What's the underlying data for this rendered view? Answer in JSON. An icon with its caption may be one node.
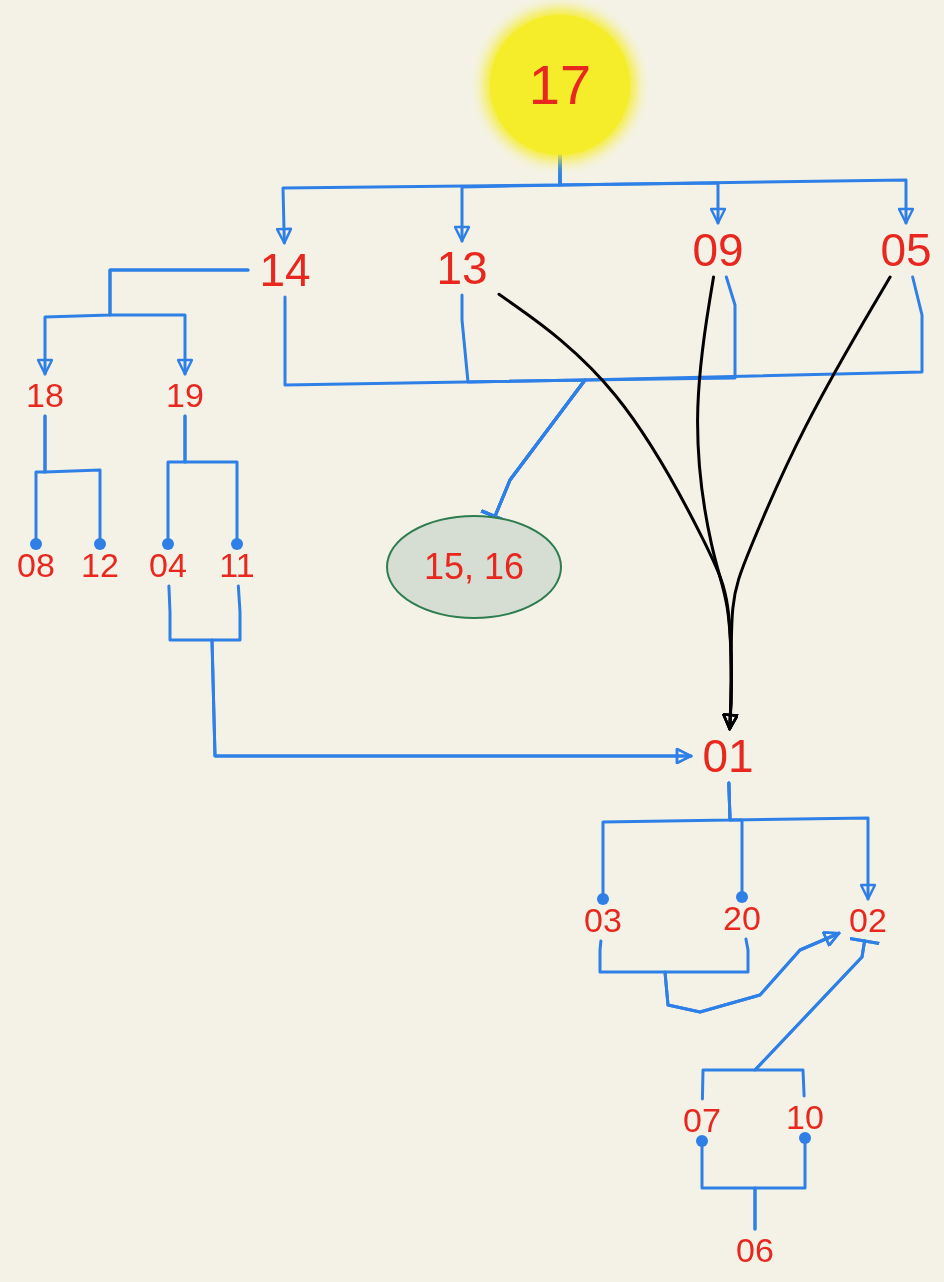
{
  "diagram": {
    "nodes": [
      {
        "text": [
          "17"
        ]
      },
      {
        "text": [
          "14"
        ]
      },
      {
        "text": [
          "13"
        ]
      },
      {
        "text": [
          "09"
        ]
      },
      {
        "text": [
          "05"
        ]
      },
      {
        "text": [
          "18"
        ]
      },
      {
        "text": [
          "19"
        ]
      },
      {
        "text": [
          "08"
        ]
      },
      {
        "text": [
          "12"
        ]
      },
      {
        "text": [
          "04"
        ]
      },
      {
        "text": [
          "11"
        ]
      },
      {
        "text": [
          "15, 16"
        ]
      },
      {
        "text": [
          "01"
        ]
      },
      {
        "text": [
          "03"
        ]
      },
      {
        "text": [
          "20"
        ]
      },
      {
        "text": [
          "02"
        ]
      },
      {
        "text": [
          "07"
        ]
      },
      {
        "text": [
          "10"
        ]
      },
      {
        "text": [
          "06"
        ]
      }
    ],
    "edges": [
      {
        "from": 0,
        "to": 1,
        "arrow": "to"
      },
      {
        "from": 0,
        "to": 2,
        "arrow": "to"
      },
      {
        "from": 0,
        "to": 3,
        "arrow": "to"
      },
      {
        "from": 0,
        "to": 4,
        "arrow": "to"
      },
      {
        "from": 1,
        "to": 5,
        "arrow": "to"
      },
      {
        "from": 1,
        "to": 6,
        "arrow": "to"
      },
      {
        "from": 5,
        "to": 7,
        "arrow": "other"
      },
      {
        "from": 5,
        "to": 8,
        "arrow": "other"
      },
      {
        "from": 6,
        "to": 9,
        "arrow": "other"
      },
      {
        "from": 6,
        "to": 10,
        "arrow": "other"
      },
      {
        "from": 1,
        "to": 11,
        "arrow": "other"
      },
      {
        "from": 2,
        "to": 11,
        "arrow": "other"
      },
      {
        "from": 3,
        "to": 11,
        "arrow": "other"
      },
      {
        "from": 4,
        "to": 11,
        "arrow": "other"
      },
      {
        "from": 2,
        "to": 12,
        "arrow": "to",
        "color": "#000000"
      },
      {
        "from": 3,
        "to": 12,
        "arrow": "to",
        "color": "#000000"
      },
      {
        "from": 4,
        "to": 12,
        "arrow": "to",
        "color": "#000000"
      },
      {
        "from": 9,
        "to": 12,
        "arrow": "to"
      },
      {
        "from": 10,
        "to": 12,
        "arrow": "to"
      },
      {
        "from": 12,
        "to": 13,
        "arrow": "other"
      },
      {
        "from": 12,
        "to": 14,
        "arrow": "other"
      },
      {
        "from": 12,
        "to": 15,
        "arrow": "to"
      },
      {
        "from": 13,
        "to": 15,
        "arrow": "to"
      },
      {
        "from": 14,
        "to": 15,
        "arrow": "to"
      },
      {
        "from": 16,
        "to": 15,
        "arrow": "other"
      },
      {
        "from": 17,
        "to": 15,
        "arrow": "other"
      },
      {
        "from": 18,
        "to": 16,
        "arrow": "other"
      },
      {
        "from": 18,
        "to": 17,
        "arrow": "other"
      }
    ]
  }
}
